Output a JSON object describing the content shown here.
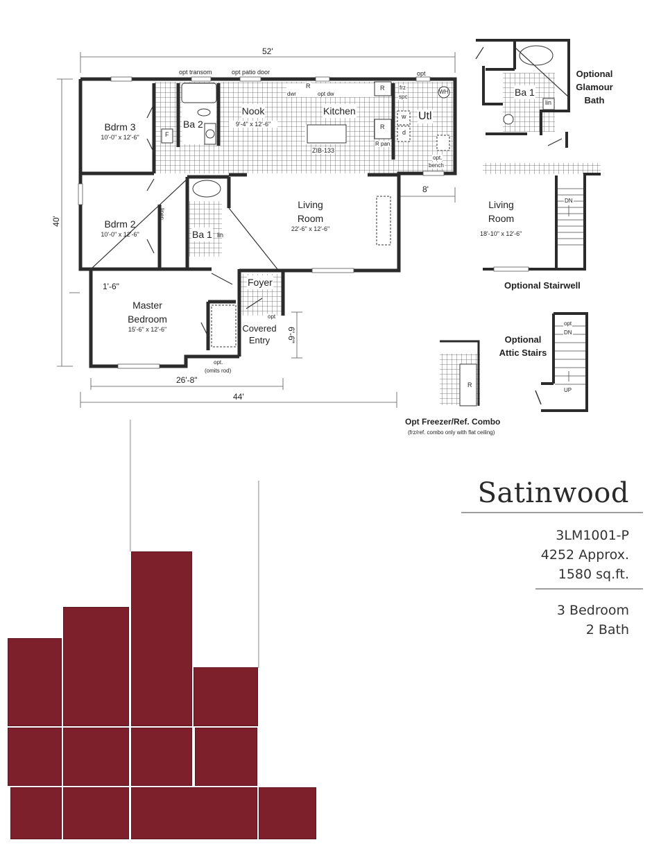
{
  "plan": {
    "dimensions": {
      "overall_width": "52'",
      "overall_depth": "40'",
      "lower_width": "44'",
      "master_wing": "26'-8\"",
      "offset": "1'-6\"",
      "entry_depth": "6'-6\"",
      "bump_out": "8'"
    },
    "annotations": {
      "opt_transom": "opt transom",
      "opt_patio_door": "opt patio door",
      "opt_top": "opt",
      "island": "ZIB-133",
      "range": "R",
      "dwr": "dwr",
      "opt_dw": "opt dw",
      "fridge": "R",
      "fridge2": "R",
      "pantry": "R pan",
      "frz_spc_1": "frz",
      "frz_spc_2": "spc",
      "washer": "w",
      "dryer": "d",
      "water_heater": "WH",
      "opt_bench_1": "opt.",
      "opt_bench_2": "bench",
      "furnace": "F",
      "linen": "linen",
      "lin": "lin",
      "opt_entry": "opt",
      "opt_rod_1": "opt.",
      "opt_rod_2": "(omits rod)"
    },
    "rooms": [
      {
        "name": "Bdrm 3",
        "size": "10'-0\" x 12'-6\""
      },
      {
        "name": "Ba 2",
        "size": ""
      },
      {
        "name": "Nook",
        "size": "9'-4\" x 12'-6\""
      },
      {
        "name": "Kitchen",
        "size": ""
      },
      {
        "name": "Utl",
        "size": ""
      },
      {
        "name": "Bdrm 2",
        "size": "10'-0\" x 12'-6\""
      },
      {
        "name": "Ba 1",
        "size": ""
      },
      {
        "name": "Living Room",
        "line1": "Living",
        "line2": "Room",
        "size": "22'-6\" x 12'-6\""
      },
      {
        "name": "Master Bedroom",
        "line1": "Master",
        "line2": "Bedroom",
        "size": "15'-6\" x 12'-6\""
      },
      {
        "name": "Foyer",
        "size": ""
      },
      {
        "name": "Covered Entry",
        "line1": "Covered",
        "line2": "Entry",
        "size": ""
      }
    ]
  },
  "options": {
    "glamour_bath": {
      "line1": "Optional",
      "line2": "Glamour",
      "line3": "Bath",
      "room": "Ba 1",
      "lin": "lin"
    },
    "stairwell": {
      "label": "Optional Stairwell",
      "room_line1": "Living",
      "room_line2": "Room",
      "room_size": "18'-10\" x 12'-6\"",
      "dn": "DN"
    },
    "attic_stairs": {
      "line1": "Optional",
      "line2": "Attic Stairs",
      "opt": "opt",
      "dn": "DN",
      "up": "UP"
    },
    "freezer_combo": {
      "label": "Opt Freezer/Ref. Combo",
      "note": "(frz/ref. combo only with flat ceiling)",
      "r": "R"
    }
  },
  "model": {
    "name": "Satinwood",
    "code": "3LM1001-P",
    "approx": "4252 Approx.",
    "sqft": "1580 sq.ft.",
    "bedrooms": "3 Bedroom",
    "baths": "2 Bath"
  },
  "colors": {
    "accent_maroon": "#7e1f2c",
    "wall": "#2b2b2b"
  }
}
